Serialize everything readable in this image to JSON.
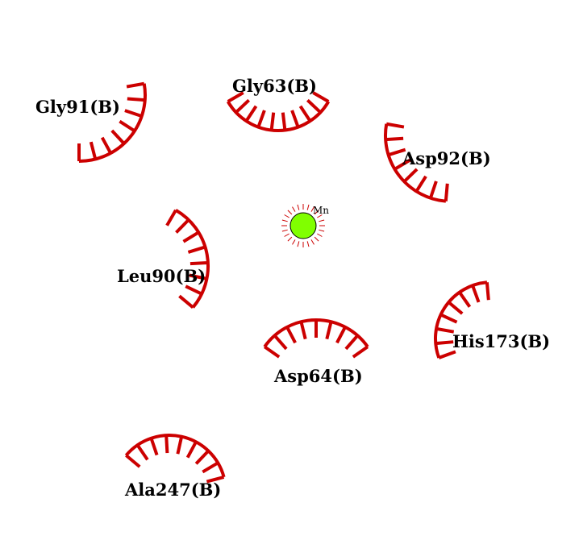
{
  "colors": {
    "hydrophobic_arc": "#cc0000",
    "metal_atom": "#80ff00",
    "metal_halo": "#cc0000",
    "background": "#ffffff"
  },
  "residues": [
    {
      "label": "Gly91(B)"
    },
    {
      "label": "Gly63(B)"
    },
    {
      "label": "Asp92(B)"
    },
    {
      "label": "Leu90(B)"
    },
    {
      "label": "Asp64(B)"
    },
    {
      "label": "His173(B)"
    },
    {
      "label": "Ala247(B)"
    }
  ],
  "ligand_atom": {
    "label": "Mn",
    "icon": "metal-atom-icon"
  }
}
